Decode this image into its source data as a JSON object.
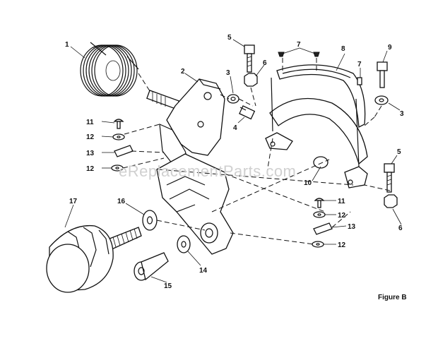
{
  "watermark": "eReplacementParts.com",
  "figure_label": "Figure B",
  "callouts": {
    "c1": "1",
    "c2": "2",
    "c3a": "3",
    "c3b": "3",
    "c4": "4",
    "c5a": "5",
    "c5b": "5",
    "c6a": "6",
    "c6b": "6",
    "c7a": "7",
    "c7b": "7",
    "c8": "8",
    "c9": "9",
    "c10": "10",
    "c11a": "11",
    "c11b": "11",
    "c12a": "12",
    "c12b": "12",
    "c12c": "12",
    "c12d": "12",
    "c13a": "13",
    "c13b": "13",
    "c14": "14",
    "c15": "15",
    "c16": "16",
    "c17": "17"
  }
}
